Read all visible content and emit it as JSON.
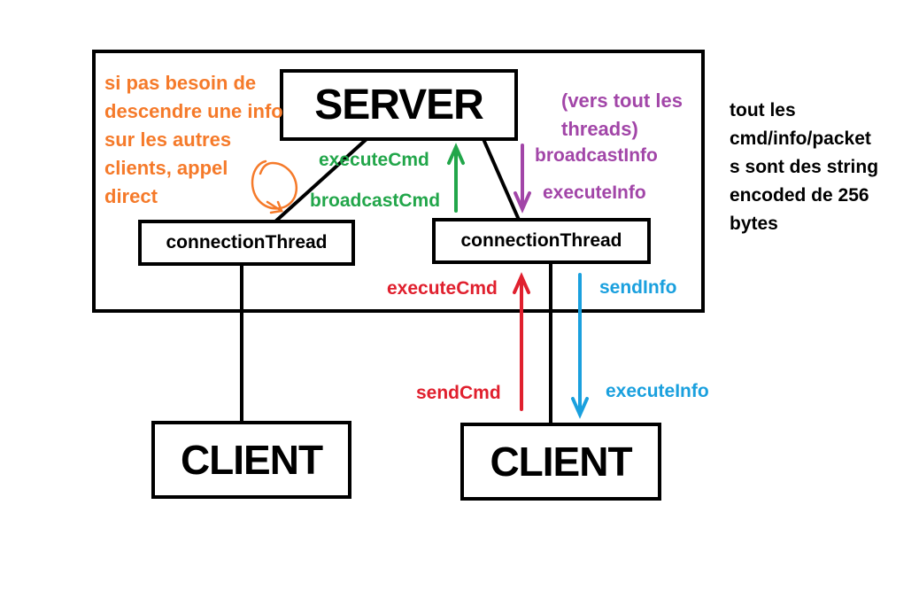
{
  "colors": {
    "black": "#000000",
    "orange": "#F57A2A",
    "green": "#22A64A",
    "purple": "#A246A8",
    "red": "#E0202E",
    "blue": "#1AA0DE"
  },
  "server": {
    "label": "SERVER"
  },
  "threads": [
    {
      "label": "connectionThread"
    },
    {
      "label": "connectionThread"
    }
  ],
  "clients": [
    {
      "label": "CLIENT"
    },
    {
      "label": "CLIENT"
    }
  ],
  "notes": {
    "left": [
      "si pas besoin de",
      "descendre une info",
      "sur les autres",
      "clients, appel",
      "direct"
    ],
    "broadcast_hint": [
      "(vers tout les",
      "threads)"
    ],
    "right": [
      "tout les",
      "cmd/info/packet",
      "s sont des string",
      "encoded de 256",
      "bytes"
    ]
  },
  "labels": {
    "executeCmd_green": "executeCmd",
    "broadcastCmd": "broadcastCmd",
    "broadcastInfo": "broadcastInfo",
    "executeInfo_purple": "executeInfo",
    "executeCmd_red": "executeCmd",
    "sendCmd": "sendCmd",
    "sendInfo": "sendInfo",
    "executeInfo_blue": "executeInfo"
  }
}
